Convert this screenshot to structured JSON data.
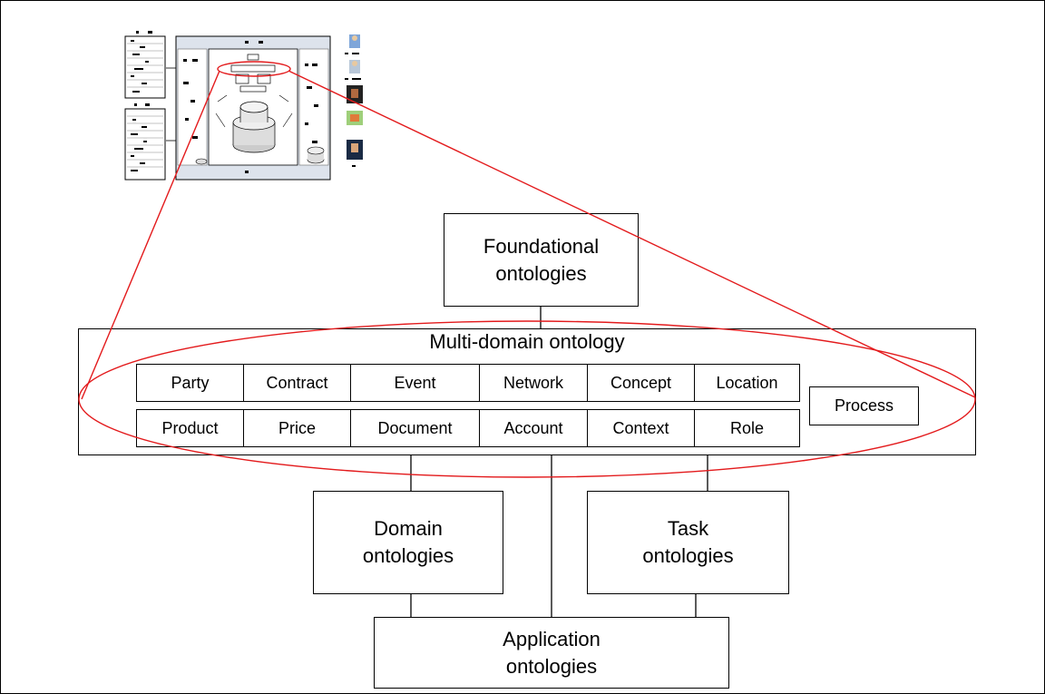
{
  "diagram": {
    "foundational": "Foundational\nontologies",
    "multi_domain": {
      "title": "Multi-domain ontology",
      "row1": [
        "Party",
        "Contract",
        "Event",
        "Network",
        "Concept",
        "Location"
      ],
      "row2": [
        "Product",
        "Price",
        "Document",
        "Account",
        "Context",
        "Role"
      ],
      "process": "Process"
    },
    "domain": "Domain\nontologies",
    "task": "Task\nontologies",
    "application": "Application\nontologies"
  },
  "colors": {
    "highlight": "#e31a1c",
    "line": "#000000",
    "thumbnail_panel": "#dde3ec"
  }
}
